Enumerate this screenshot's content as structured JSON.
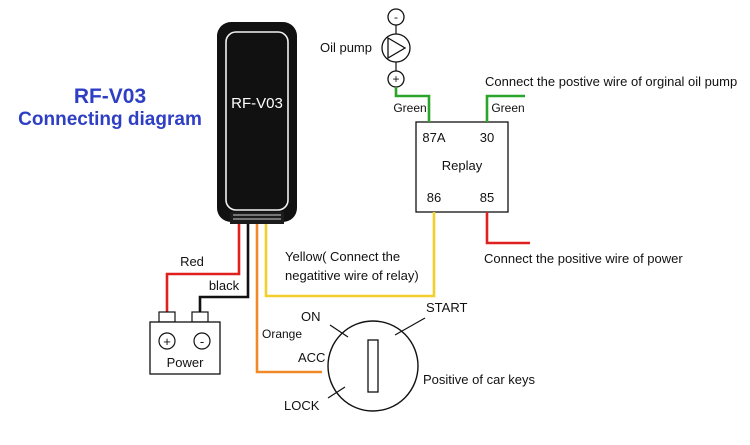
{
  "title": {
    "model": "RF-V03",
    "subtitle": "Connecting diagram"
  },
  "device": {
    "label": "RF-V03"
  },
  "oil_pump": {
    "label": "Oil pump",
    "minus_symbol": "-",
    "plus_symbol": "+"
  },
  "relay": {
    "name": "Replay",
    "pins": {
      "top_left": "87A",
      "top_right": "30",
      "bottom_left": "86",
      "bottom_right": "85"
    }
  },
  "wires": {
    "green_left": "Green",
    "green_right": "Green",
    "red": "Red",
    "black": "black",
    "orange": "Orange",
    "yellow_line1": "Yellow( Connect the",
    "yellow_line2": "negatitive wire of relay)"
  },
  "annotations": {
    "original_oil_pump": "Connect the postive wire of orginal oil pump",
    "power_positive": "Connect the positive wire of power"
  },
  "battery": {
    "label": "Power",
    "plus_symbol": "+",
    "minus_symbol": "-"
  },
  "ignition": {
    "on": "ON",
    "acc": "ACC",
    "lock": "LOCK",
    "start": "START",
    "caption": "Positive of car keys"
  },
  "colors": {
    "title": "#2f3fc4",
    "red_wire": "#e0201e",
    "green_wire": "#2aa52a",
    "yellow_wire": "#f2cf2a",
    "orange_wire": "#f08a28",
    "black_wire": "#111111",
    "device_body": "#111111"
  }
}
